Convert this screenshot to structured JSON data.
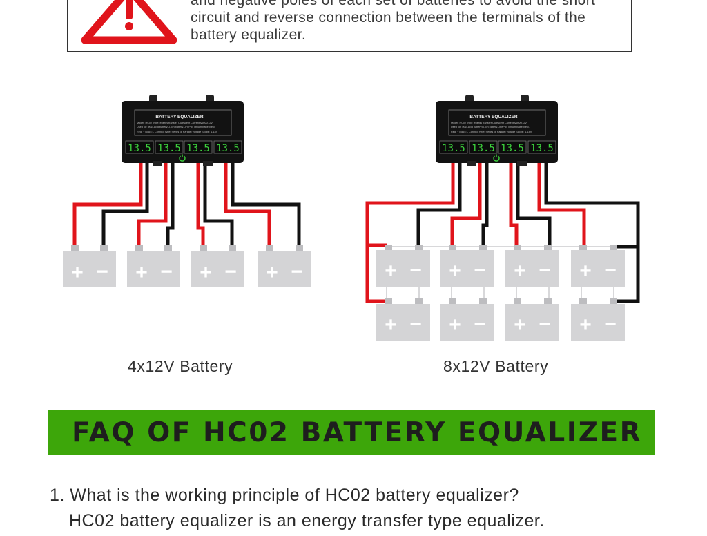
{
  "warning": {
    "text_lines": [
      "and negative poles of each set of batteries to avoid the short",
      "circuit and reverse connection between the terminals of the",
      "battery equalizer."
    ],
    "icon": "warning-triangle-icon"
  },
  "device": {
    "title": "BATTERY EQUALIZER",
    "spec_line1": "Model: HC02  Type: energy transfer Quiescent Current:≤6mA(12V)",
    "spec_line2": "Used for: lead-acid battery,Li-ion battery,LiFePo4 lithium battery etc.",
    "spec_line3": "Red: +  Black: -  Connect type: Series or Parallel  Voltage Scope: 1-18V",
    "displays": [
      "13.5",
      "13.5",
      "13.5",
      "13.5"
    ],
    "power_icon": "power-icon"
  },
  "battery": {
    "plus": "+",
    "minus": "−"
  },
  "colors": {
    "wire_positive": "#e0141b",
    "wire_negative": "#111111",
    "battery_body": "#d4d4d6",
    "faq_banner": "#3da60a",
    "warning_red": "#e0141b"
  },
  "captions": {
    "left": "4x12V Battery",
    "right": "8x12V Battery"
  },
  "faq": {
    "title": "FAQ OF HC02 BATTERY EQUALIZER",
    "q1": "1. What is the working principle of HC02 battery equalizer?",
    "a1": "HC02 battery equalizer is an energy transfer type equalizer."
  }
}
